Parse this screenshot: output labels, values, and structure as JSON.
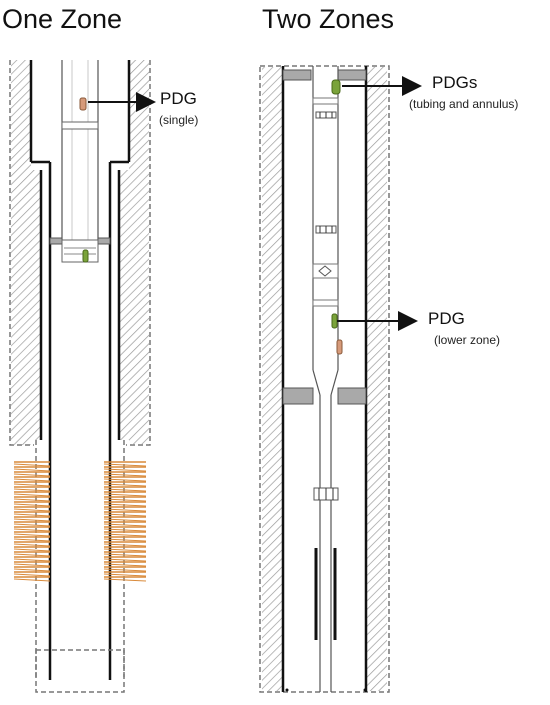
{
  "left_panel": {
    "title": "One Zone",
    "gauge_label": "PDG",
    "gauge_note": "(single)"
  },
  "right_panel": {
    "title": "Two Zones",
    "upper_label": "PDGs",
    "upper_note": "(tubing and annulus)",
    "lower_label": "PDG",
    "lower_note": "(lower zone)"
  },
  "colors": {
    "line": "#1a1a1a",
    "hatch": "#9a9a9a",
    "packer": "#a9a9a9",
    "gauge_orange": "#d69a7a",
    "gauge_green": "#7aa33a",
    "perforation": "#d98a3a",
    "background": "#ffffff"
  }
}
